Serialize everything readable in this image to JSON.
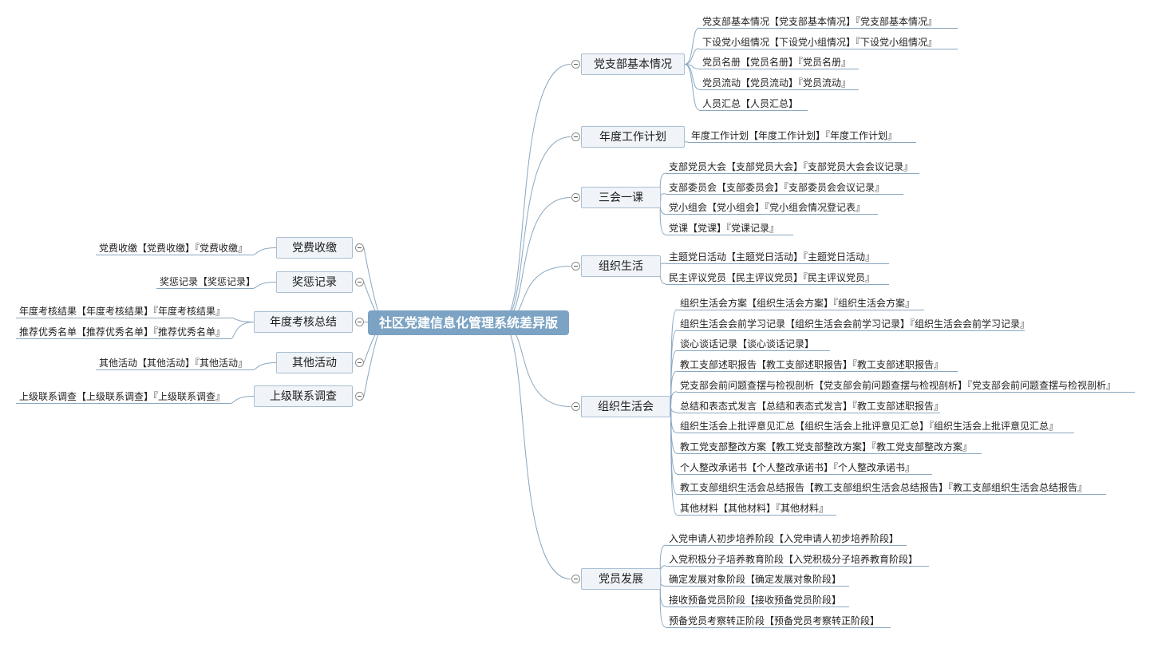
{
  "root": {
    "label": "社区党建信息化管理系统差异版"
  },
  "right_branches": [
    {
      "label": "党支部基本情况",
      "items": [
        "党支部基本情况【党支部基本情况】『党支部基本情况』",
        "下设党小组情况【下设党小组情况】『下设党小组情况』",
        "党员名册【党员名册】『党员名册』",
        "党员流动【党员流动】『党员流动』",
        "人员汇总【人员汇总】"
      ]
    },
    {
      "label": "年度工作计划",
      "items": [
        "年度工作计划【年度工作计划】『年度工作计划』"
      ]
    },
    {
      "label": "三会一课",
      "items": [
        "支部党员大会【支部党员大会】『支部党员大会会议记录』",
        "支部委员会【支部委员会】『支部委员会会议记录』",
        "党小组会【党小组会】『党小组会情况登记表』",
        "党课【党课】『党课记录』"
      ]
    },
    {
      "label": "组织生活",
      "items": [
        "主题党日活动【主题党日活动】『主题党日活动』",
        "民主评议党员【民主评议党员】『民主评议党员』"
      ]
    },
    {
      "label": "组织生活会",
      "items": [
        "组织生活会方案【组织生活会方案】『组织生活会方案』",
        "组织生活会会前学习记录【组织生活会会前学习记录】『组织生活会会前学习记录』",
        "谈心谈话记录【谈心谈话记录】",
        "教工支部述职报告【教工支部述职报告】『教工支部述职报告』",
        "党支部会前问题查摆与检视剖析【党支部会前问题查摆与检视剖析】『党支部会前问题查摆与检视剖析』",
        "总结和表态式发言【总结和表态式发言】『教工支部述职报告』",
        "组织生活会上批评意见汇总【组织生活会上批评意见汇总】『组织生活会上批评意见汇总』",
        "教工党支部整改方案【教工党支部整改方案】『教工党支部整改方案』",
        "个人整改承诺书【个人整改承诺书】『个人整改承诺书』",
        "教工支部组织生活会总结报告【教工支部组织生活会总结报告】『教工支部组织生活会总结报告』",
        "其他材料【其他材料】『其他材料』"
      ]
    },
    {
      "label": "党员发展",
      "items": [
        "入党申请人初步培养阶段【入党申请人初步培养阶段】",
        "入党积极分子培养教育阶段【入党积极分子培养教育阶段】",
        "确定发展对象阶段【确定发展对象阶段】",
        "接收预备党员阶段【接收预备党员阶段】",
        "预备党员考察转正阶段【预备党员考察转正阶段】"
      ]
    }
  ],
  "left_branches": [
    {
      "label": "党费收缴",
      "items": [
        "党费收缴【党费收缴】『党费收缴』"
      ]
    },
    {
      "label": "奖惩记录",
      "items": [
        "奖惩记录【奖惩记录】"
      ]
    },
    {
      "label": "年度考核总结",
      "items": [
        "年度考核结果【年度考核结果】『年度考核结果』",
        "推荐优秀名单【推荐优秀名单】『推荐优秀名单』"
      ]
    },
    {
      "label": "其他活动",
      "items": [
        "其他活动【其他活动】『其他活动』"
      ]
    },
    {
      "label": "上级联系调查",
      "items": [
        "上级联系调查【上级联系调查】『上级联系调查』"
      ]
    }
  ],
  "colors": {
    "root_fill": "#7ca3c3",
    "branch_fill": "#f0f4f8",
    "connector": "#8aa7c0"
  }
}
